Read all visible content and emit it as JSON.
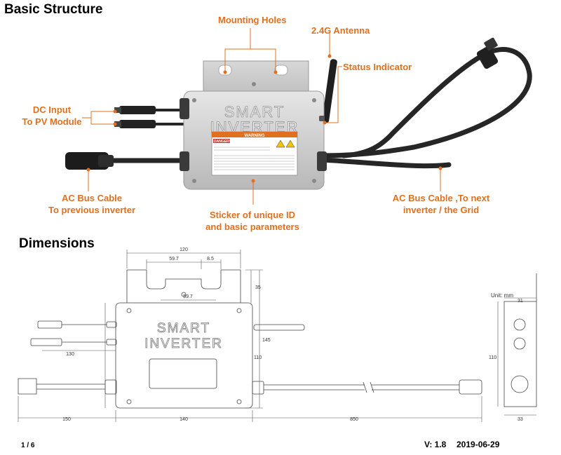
{
  "sections": {
    "basic_title": "Basic Structure",
    "dimensions_title": "Dimensions"
  },
  "callouts": {
    "mounting_holes": "Mounting Holes",
    "antenna": "2.4G Antenna",
    "status": "Status Indicator",
    "dc_input_1": "DC Input",
    "dc_input_2": "To PV Module",
    "ac_prev_1": "AC Bus Cable",
    "ac_prev_2": "To previous inverter",
    "sticker_1": "Sticker of unique ID",
    "sticker_2": "and basic parameters",
    "ac_next_1": "AC Bus Cable ,To next",
    "ac_next_2": "inverter / the Grid"
  },
  "device": {
    "line1": "SMART",
    "line2": "INVERTER",
    "warning": "WARNING",
    "danger": "DANGER!"
  },
  "dimensions": {
    "width_top": "120",
    "slot_left": "59.7",
    "slot_gap": "8.5",
    "slot_bottom": "59.7",
    "flange": "35",
    "total_height": "145",
    "body_height": "110",
    "dc_cable": "130",
    "ac_left": "150",
    "body_width": "140",
    "ac_right": "850",
    "unit": "Unit: mm",
    "side_top": "31",
    "side_height": "110",
    "side_bottom": "33"
  },
  "footer": {
    "page": "1 / 6",
    "version": "V: 1.8",
    "date": "2019-06-29"
  },
  "colors": {
    "accent": "#e0701e",
    "device": "#c9c9c9"
  }
}
